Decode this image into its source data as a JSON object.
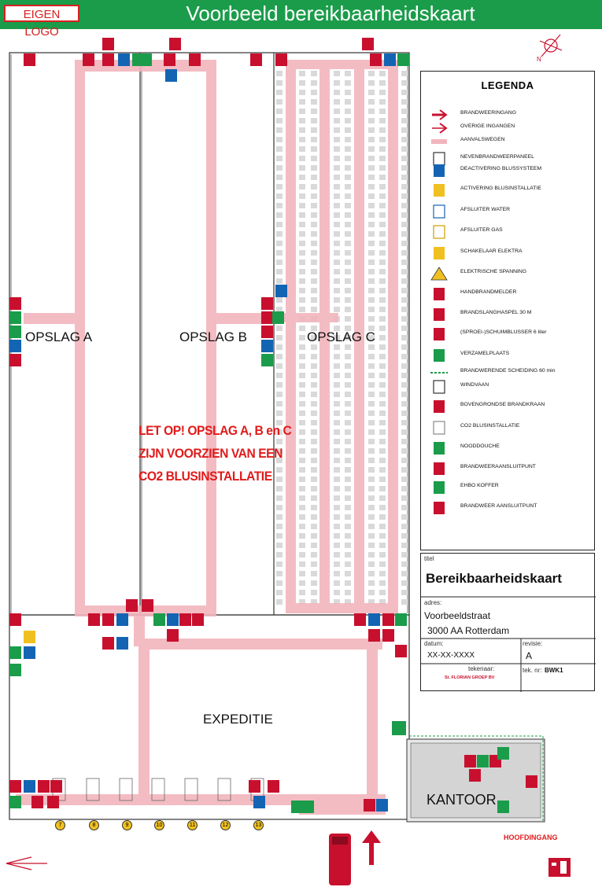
{
  "header": {
    "logo": "EIGEN LOGO",
    "title": "Voorbeeld bereikbaarheidskaart"
  },
  "areas": {
    "opslag_a": "OPSLAG A",
    "opslag_b": "OPSLAG B",
    "opslag_c": "OPSLAG C",
    "expeditie": "EXPEDITIE",
    "kantoor": "KANTOOR"
  },
  "warning": {
    "line1": "LET OP!  OPSLAG A, B en C",
    "line2": "ZIJN VOORZIEN  VAN EEN",
    "line3": "CO2 BLUSINSTALLATIE"
  },
  "legend": {
    "title": "LEGENDA",
    "items": [
      {
        "label": "BRANDWEERINGANG",
        "icon": "red-arrow-icon"
      },
      {
        "label": "OVERIGE INGANGEN",
        "icon": "outline-arrow-icon"
      },
      {
        "label": "AANVALSWEGEN",
        "icon": "pink-bar-icon"
      },
      {
        "label": "NEVENBRANDWEERPANEEL",
        "icon": "panel-icon"
      },
      {
        "label": "DEACTIVERING BLUSSYSTEEM",
        "icon": "blue-deactivate-icon"
      },
      {
        "label": "ACTIVERING BLUSINSTALLATIE",
        "icon": "yellow-activate-icon"
      },
      {
        "label": "AFSLUITER WATER",
        "icon": "water-valve-icon"
      },
      {
        "label": "AFSLUITER GAS",
        "icon": "gas-valve-icon"
      },
      {
        "label": "SCHAKELAAR ELEKTRA",
        "icon": "switch-icon"
      },
      {
        "label": "ELEKTRISCHE SPANNING",
        "icon": "voltage-icon"
      },
      {
        "label": "HANDBRANDMELDER",
        "icon": "alarm-icon"
      },
      {
        "label": "BRANDSLANGHASPEL 30 M",
        "icon": "hose-reel-icon"
      },
      {
        "label": "(SPROEI-)SCHUIMBLUSSER 6 liter",
        "icon": "extinguisher-icon"
      },
      {
        "label": "VERZAMELPLAATS",
        "icon": "assembly-icon"
      },
      {
        "label": "BRANDWERENDE SCHEIDING 60 min",
        "icon": "dashed-line-icon"
      },
      {
        "label": "WINDVAAN",
        "icon": "windvane-icon"
      },
      {
        "label": "BOVENGRONDSE BRANDKRAAN",
        "icon": "hydrant-icon"
      },
      {
        "label": "CO2 BLUSINSTALLATIE",
        "icon": "co2-icon"
      },
      {
        "label": "NOODDOUCHE",
        "icon": "shower-icon"
      },
      {
        "label": "BRANDWEERAANSLUITPUNT",
        "icon": "connection-icon"
      },
      {
        "label": "EHBO KOFFER",
        "icon": "firstaid-icon"
      },
      {
        "label": "BRANDWEER AANSLUITPUNT",
        "icon": "connection2-icon"
      }
    ]
  },
  "titleblock": {
    "titel_label": "titel",
    "titel": "Bereikbaarheidskaart",
    "adres_label": "adres:",
    "adres1": "Voorbeeldstraat",
    "adres2": "3000 AA  Rotterdam",
    "datum_label": "datum:",
    "datum": "XX-XX-XXXX",
    "revisie_label": "revisie:",
    "revisie": "A",
    "tekenaar_label": "tekenaar:",
    "tekenaar": "St. FLORIAN GROEP BV",
    "teknr_label": "tek. nr:",
    "teknr": "BWK1"
  },
  "docks": [
    "7",
    "8",
    "9",
    "10",
    "11",
    "12",
    "13"
  ],
  "hoofdingang": "HOOFDINGANG",
  "colors": {
    "header": "#1a9c4a",
    "route": "#f2b5bd",
    "red": "#c8102e",
    "blue": "#1464b4",
    "green": "#1a9c4a"
  }
}
